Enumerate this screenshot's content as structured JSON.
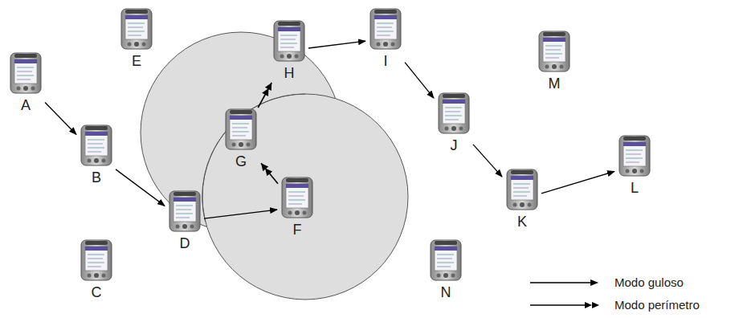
{
  "diagram": {
    "nodes": [
      {
        "text": [
          "A"
        ]
      },
      {
        "text": [
          "B"
        ]
      },
      {
        "text": [
          "C"
        ]
      },
      {
        "text": [
          "D"
        ]
      },
      {
        "text": [
          "E"
        ]
      },
      {
        "text": [
          "F"
        ]
      },
      {
        "text": [
          "G"
        ]
      },
      {
        "text": [
          "H"
        ]
      },
      {
        "text": [
          "I"
        ]
      },
      {
        "text": [
          "J"
        ]
      },
      {
        "text": [
          "K"
        ]
      },
      {
        "text": [
          "L"
        ]
      },
      {
        "text": [
          "M"
        ]
      },
      {
        "text": [
          "N"
        ]
      }
    ],
    "edges": [
      {
        "from": 0,
        "to": 1,
        "arrow": "to"
      },
      {
        "from": 1,
        "to": 3,
        "arrow": "to"
      },
      {
        "from": 3,
        "to": 5,
        "arrow": "to"
      },
      {
        "from": 5,
        "to": 6,
        "arrow": "to"
      },
      {
        "from": 6,
        "to": 7,
        "arrow": "to"
      },
      {
        "from": 7,
        "to": 8,
        "arrow": "to"
      },
      {
        "from": 8,
        "to": 9,
        "arrow": "to"
      },
      {
        "from": 9,
        "to": 10,
        "arrow": "to"
      },
      {
        "from": 10,
        "to": 11,
        "arrow": "to"
      }
    ],
    "legend": [
      {
        "text": "Modo guloso"
      },
      {
        "text": "Modo perímetro"
      }
    ]
  }
}
